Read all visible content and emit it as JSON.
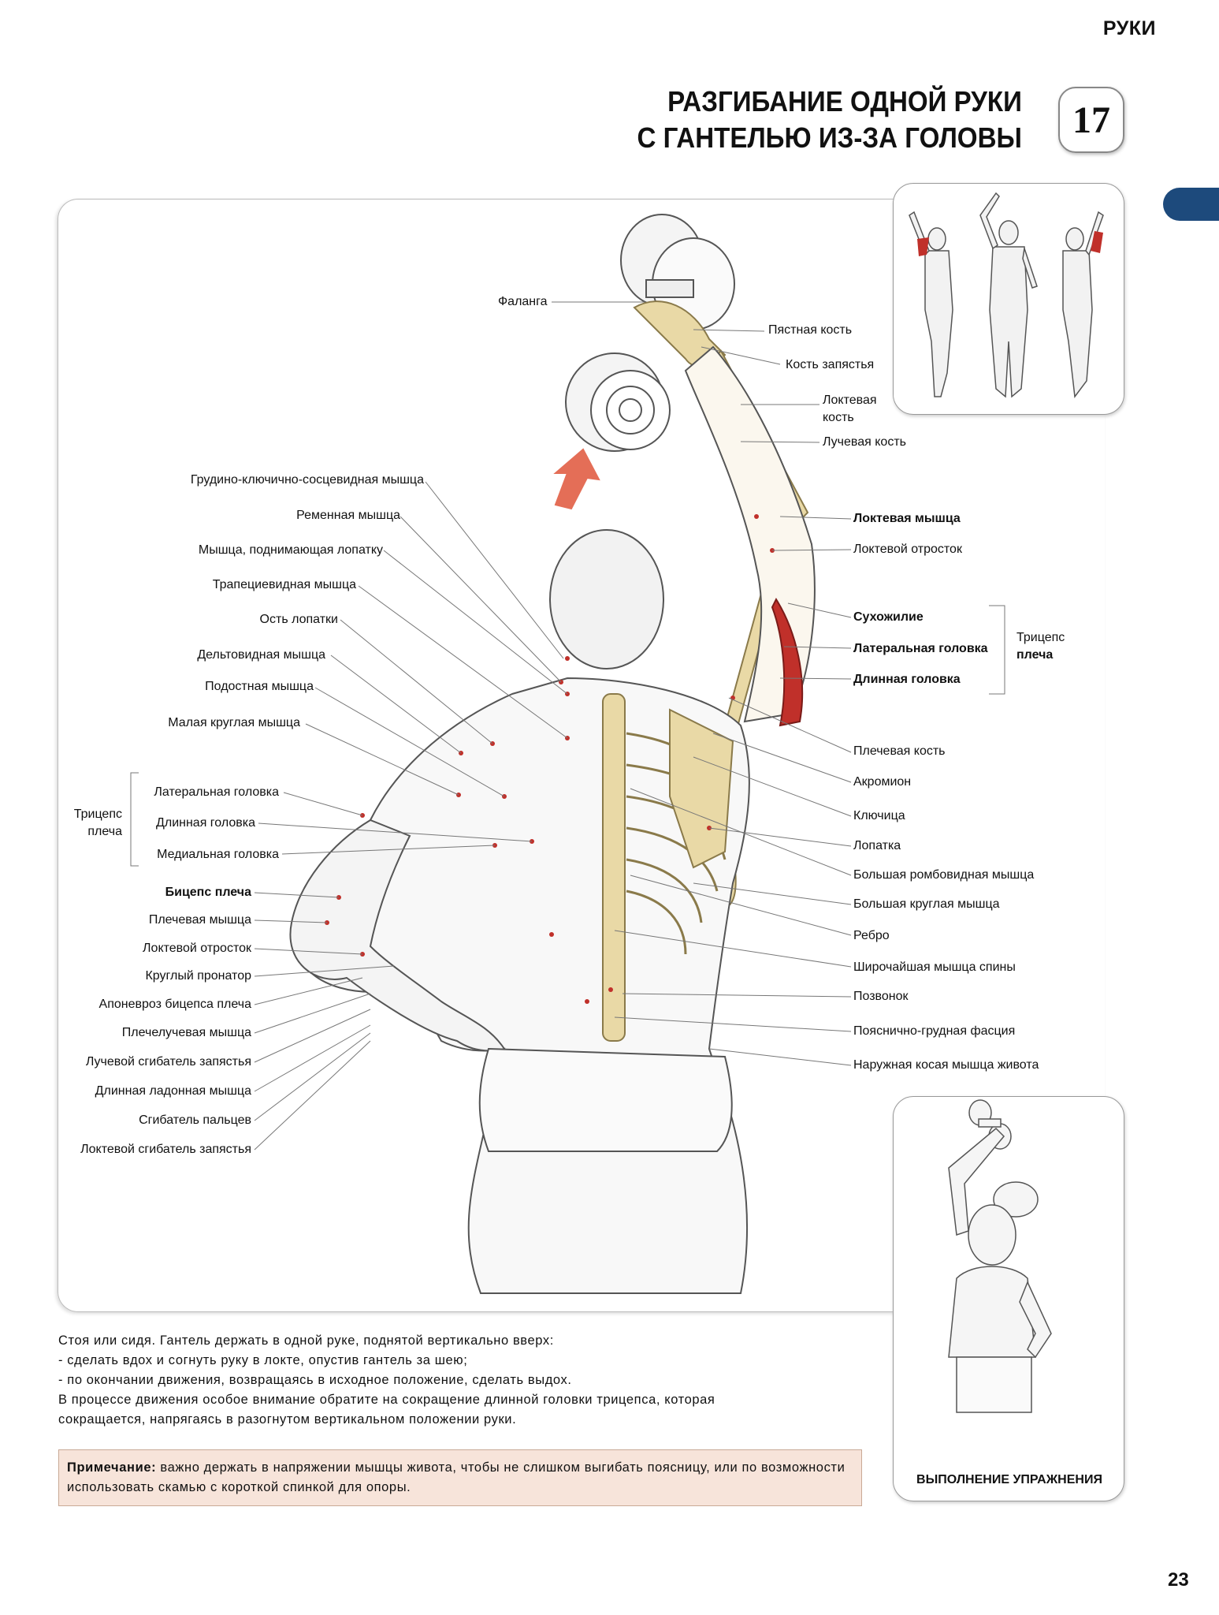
{
  "header": {
    "section": "РУКИ",
    "title_line1": "РАЗГИБАНИЕ ОДНОЙ РУКИ",
    "title_line2": "С ГАНТЕЛЬЮ ИЗ-ЗА ГОЛОВЫ",
    "exercise_number": "17"
  },
  "labels_left": [
    "Грудино-ключично-сосцевидная мышца",
    "Ременная мышца",
    "Мышца, поднимающая лопатку",
    "Трапециевидная мышца",
    "Ость лопатки",
    "Дельтовидная мышца",
    "Подостная мышца",
    "Малая круглая мышца",
    "Латеральная головка",
    "Длинная головка",
    "Медиальная головка",
    "Бицепс плеча",
    "Плечевая мышца",
    "Локтевой отросток",
    "Круглый пронатор",
    "Апоневроз бицепса плеча",
    "Плечелучевая мышца",
    "Лучевой сгибатель запястья",
    "Длинная ладонная мышца",
    "Сгибатель пальцев",
    "Локтевой сгибатель запястья"
  ],
  "triceps_left": {
    "line1": "Трицепс",
    "line2": "плеча"
  },
  "labels_top": {
    "phalanx": "Фаланга",
    "metacarpal": "Пястная кость",
    "carpal": "Кость запястья",
    "ulna_1": "Локтевая",
    "ulna_2": "кость",
    "radius": "Лучевая кость"
  },
  "labels_right": [
    "Локтевая мышца",
    "Локтевой отросток",
    "Сухожилие",
    "Латеральная головка",
    "Длинная головка",
    "Плечевая кость",
    "Акромион",
    "Ключица",
    "Лопатка",
    "Большая ромбовидная мышца",
    "Большая круглая мышца",
    "Ребро",
    "Широчайшая мышца спины",
    "Позвонок",
    "Пояснично-грудная фасция",
    "Наружная косая мышца живота"
  ],
  "triceps_right": {
    "line1": "Трицепс",
    "line2": "плеча"
  },
  "instructions": {
    "line1": "Стоя или сидя. Гантель держать в одной руке, поднятой вертикально вверх:",
    "line2": "-  сделать вдох и согнуть руку в локте, опустив гантель за шею;",
    "line3": "-  по окончании движения, возвращаясь в исходное положение, сделать выдох.",
    "line4": "В процессе движения особое внимание обратите на сокращение длинной головки трицепса, которая",
    "line5": "сокращается, напрягаясь в разогнутом вертикальном положении руки."
  },
  "note": {
    "label": "Примечание:",
    "text": " важно держать в напряжении мышцы живота, чтобы не слишком выгибать поясницу, или по возможности использовать скамью с короткой спинкой для опоры."
  },
  "execution_label": "ВЫПОЛНЕНИЕ УПРАЖНЕНИЯ",
  "page_number": "23",
  "colors": {
    "tab": "#1d4a7c",
    "note_bg": "#f7e4da",
    "arrow": "#e0553a",
    "muscle": "#c0302a",
    "bone": "#e9d9a6"
  }
}
